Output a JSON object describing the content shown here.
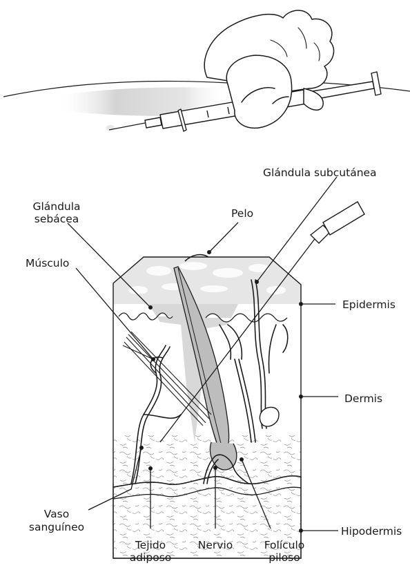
{
  "labels": {
    "subcutaneous_gland_line1": "Glándula subcutánea",
    "sebaceous_gland_line1": "Glándula",
    "sebaceous_gland_line2": "sebácea",
    "hair": "Pelo",
    "muscle": "Músculo",
    "epidermis": "Epidermis",
    "dermis": "Dermis",
    "hypodermis": "Hipodermis",
    "blood_vessel_line1": "Vaso",
    "blood_vessel_line2": "sanguíneo",
    "adipose_line1": "Tejido",
    "adipose_line2": "adiposo",
    "nerve": "Nervio",
    "follicle_line1": "Folículo",
    "follicle_line2": "piloso"
  },
  "colors": {
    "line": "#1a1a1a",
    "epidermis_fill": "#e6e6e6",
    "dermis_fill": "#ffffff",
    "hypodermis_fill": "#ffffff",
    "ghost_structure": "#d4d4d4",
    "follicle_fill": "#bdbdbd",
    "skin_shadow": "#cfcfcf"
  },
  "icons": {
    "hand": "hand-icon",
    "syringe": "syringe-icon"
  }
}
